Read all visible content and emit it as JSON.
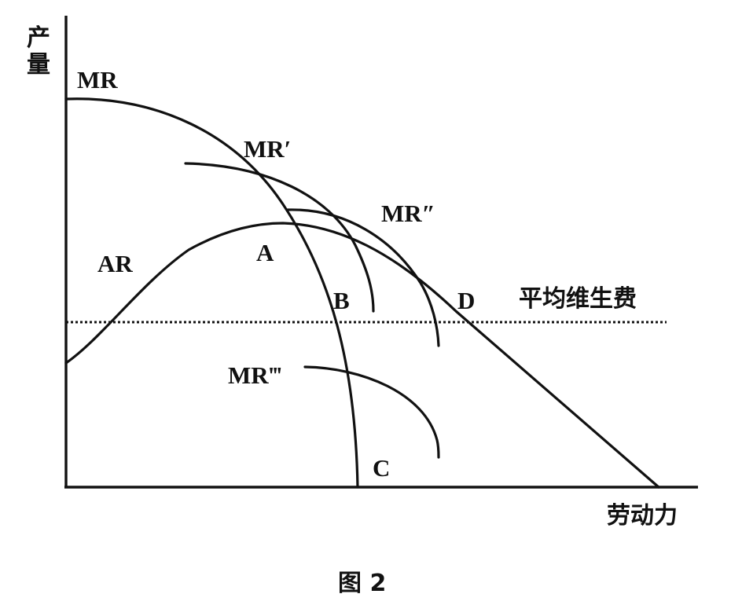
{
  "figure": {
    "y_axis_label": "产量",
    "x_axis_label": "劳动力",
    "caption": "图 2"
  },
  "curves": {
    "mr": "MR",
    "mr_prime": "MR′",
    "mr_double_prime": "MR″",
    "mr_triple_prime": "MR‴",
    "ar": "AR"
  },
  "points": {
    "a": "A",
    "b": "B",
    "c": "C",
    "d": "D"
  },
  "subsistence_line": {
    "label": "平均维生费"
  }
}
